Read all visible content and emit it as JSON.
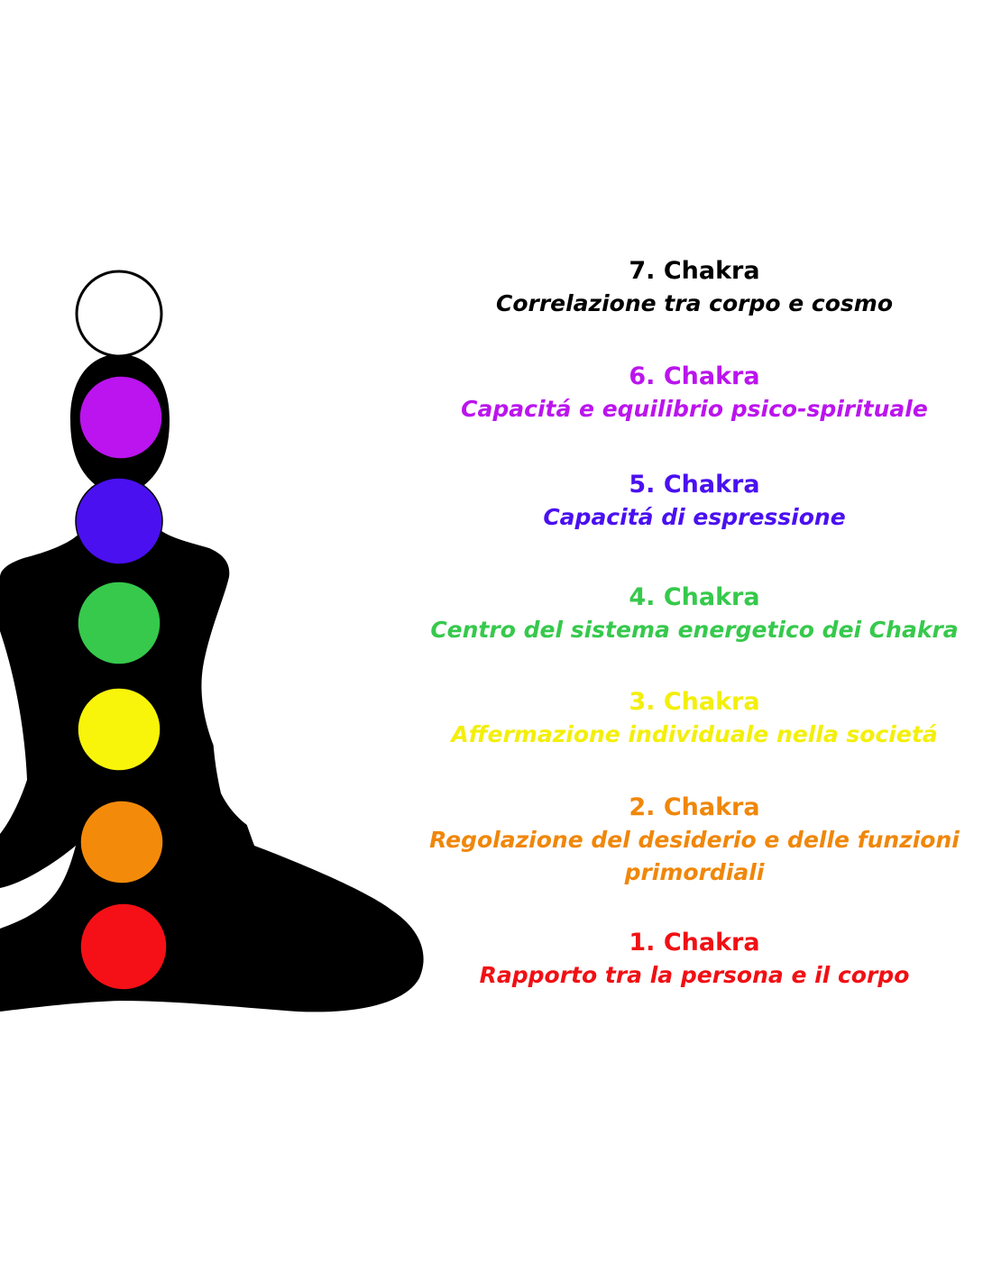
{
  "chakras": [
    {
      "title": "7. Chakra",
      "description": "Correlazione tra corpo e cosmo",
      "color": "#000000",
      "fill": "#ffffff"
    },
    {
      "title": "6. Chakra",
      "description": "Capacitá e equilibrio psico-spirituale",
      "color": "#bb14ee",
      "fill": "#bb14ee"
    },
    {
      "title": "5. Chakra",
      "description": "Capacitá di espressione",
      "color": "#4a10f0",
      "fill": "#4a10f0"
    },
    {
      "title": "4. Chakra",
      "description": "Centro del sistema energetico dei Chakra",
      "color": "#36c94c",
      "fill": "#36c94c"
    },
    {
      "title": "3. Chakra",
      "description": "Affermazione individuale nella societá",
      "color": "#f3ef0a",
      "fill": "#f8f40a"
    },
    {
      "title": "2. Chakra",
      "description": "Regolazione del desiderio e delle funzioni primordiali",
      "color": "#f0870a",
      "fill": "#f48a0a"
    },
    {
      "title": "1. Chakra",
      "description": "Rapporto tra la persona e il corpo",
      "color": "#f01014",
      "fill": "#f41016"
    }
  ]
}
